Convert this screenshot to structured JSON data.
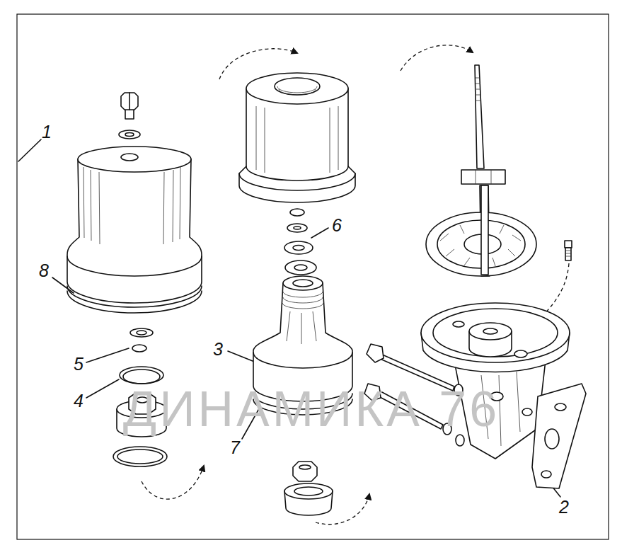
{
  "diagram": {
    "labels": [
      "1",
      "8",
      "5",
      "4",
      "3",
      "7",
      "6",
      "2",
      "ДИНАМИКА 76"
    ]
  }
}
